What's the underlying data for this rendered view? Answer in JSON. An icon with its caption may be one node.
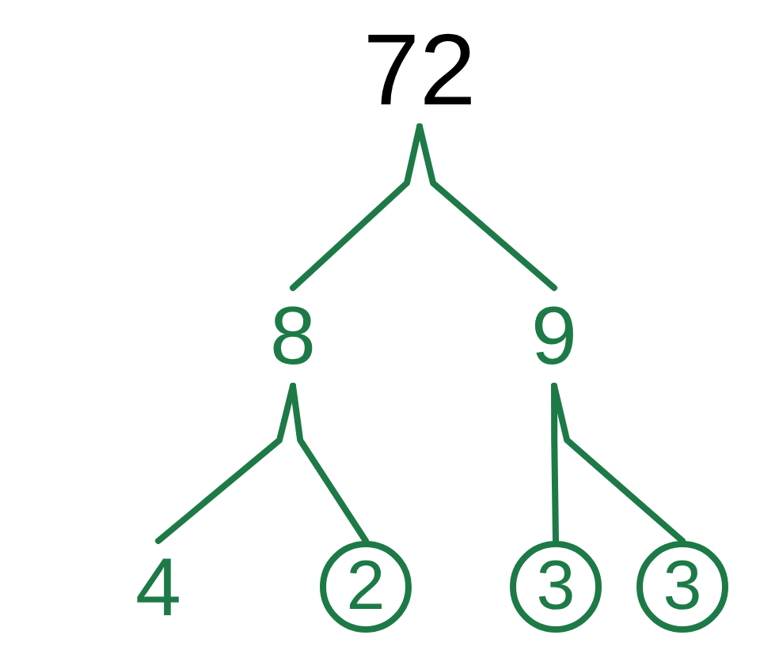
{
  "diagram": {
    "nodes": [
      {
        "text": [
          "72"
        ]
      },
      {
        "text": [
          "8"
        ]
      },
      {
        "text": [
          "9"
        ]
      },
      {
        "text": [
          "4"
        ]
      },
      {
        "text": [
          "2"
        ]
      },
      {
        "text": [
          "3"
        ]
      },
      {
        "text": [
          "3"
        ]
      }
    ],
    "edges": [
      {
        "from": 0,
        "to": 1,
        "arrow": "none"
      },
      {
        "from": 0,
        "to": 2,
        "arrow": "none"
      },
      {
        "from": 1,
        "to": 3,
        "arrow": "none"
      },
      {
        "from": 1,
        "to": 4,
        "arrow": "none"
      },
      {
        "from": 2,
        "to": 5,
        "arrow": "none"
      },
      {
        "from": 2,
        "to": 6,
        "arrow": "none"
      }
    ]
  }
}
